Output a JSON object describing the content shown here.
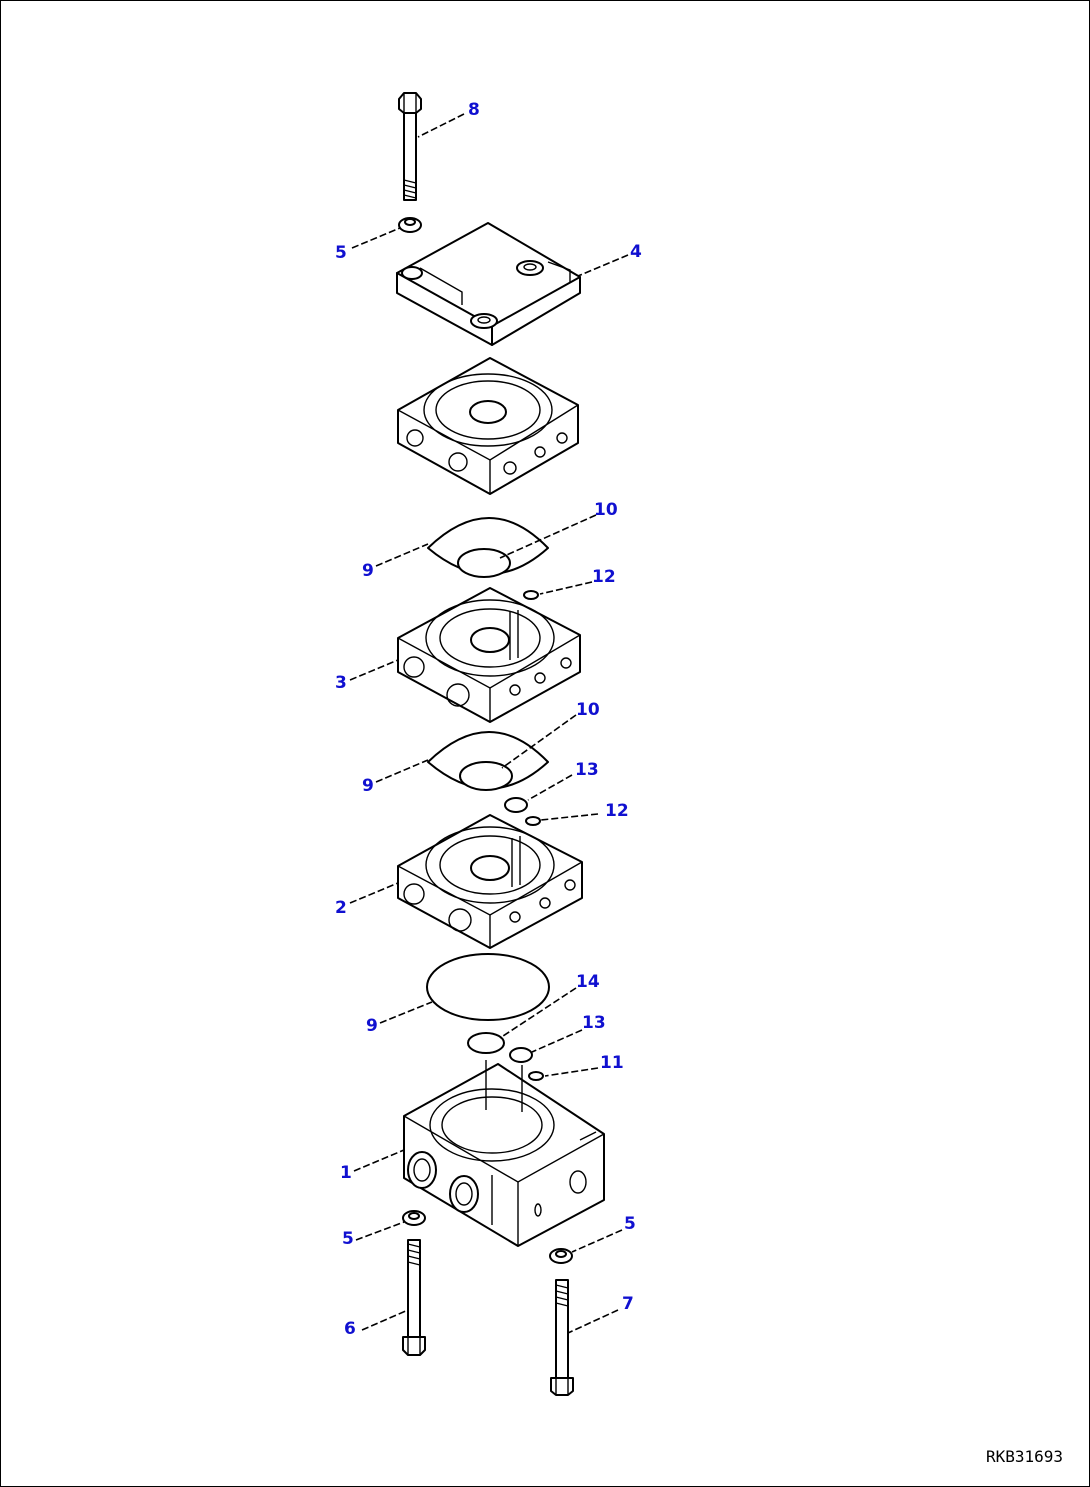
{
  "drawing_number": "RKB31693",
  "callouts": [
    {
      "id": "c8",
      "label": "8"
    },
    {
      "id": "c5a",
      "label": "5"
    },
    {
      "id": "c4",
      "label": "4"
    },
    {
      "id": "c10a",
      "label": "10"
    },
    {
      "id": "c9a",
      "label": "9"
    },
    {
      "id": "c12a",
      "label": "12"
    },
    {
      "id": "c3",
      "label": "3"
    },
    {
      "id": "c10b",
      "label": "10"
    },
    {
      "id": "c9b",
      "label": "9"
    },
    {
      "id": "c13a",
      "label": "13"
    },
    {
      "id": "c12b",
      "label": "12"
    },
    {
      "id": "c2",
      "label": "2"
    },
    {
      "id": "c14",
      "label": "14"
    },
    {
      "id": "c9c",
      "label": "9"
    },
    {
      "id": "c13b",
      "label": "13"
    },
    {
      "id": "c11",
      "label": "11"
    },
    {
      "id": "c1",
      "label": "1"
    },
    {
      "id": "c5b",
      "label": "5"
    },
    {
      "id": "c5c",
      "label": "5"
    },
    {
      "id": "c6",
      "label": "6"
    },
    {
      "id": "c7",
      "label": "7"
    }
  ],
  "colors": {
    "callout": "#1010d0",
    "line": "#000000",
    "background": "#ffffff"
  }
}
